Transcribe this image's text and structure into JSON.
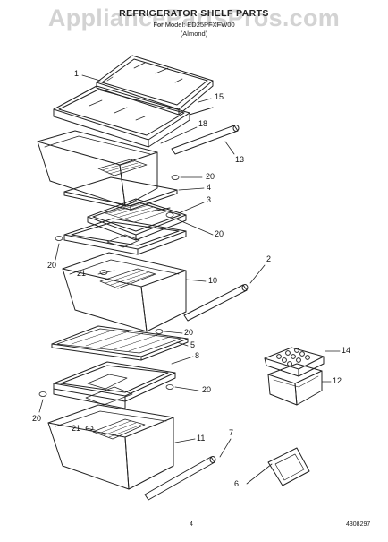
{
  "header": {
    "title": "REFRIGERATOR SHELF PARTS",
    "subtitle": "For Model: ED25PFXFW00",
    "variant": "(Almond)"
  },
  "watermark": "AppliancePartsPros.com",
  "footer": {
    "page_number": "4",
    "doc_number": "4308297"
  },
  "callouts": [
    "1",
    "15",
    "18",
    "13",
    "20",
    "4",
    "3",
    "20",
    "20",
    "2",
    "21",
    "10",
    "20",
    "5",
    "8",
    "20",
    "14",
    "12",
    "20",
    "21",
    "11",
    "7",
    "6"
  ],
  "colors": {
    "line": "#222222",
    "watermark": "#969696",
    "background": "#ffffff"
  }
}
